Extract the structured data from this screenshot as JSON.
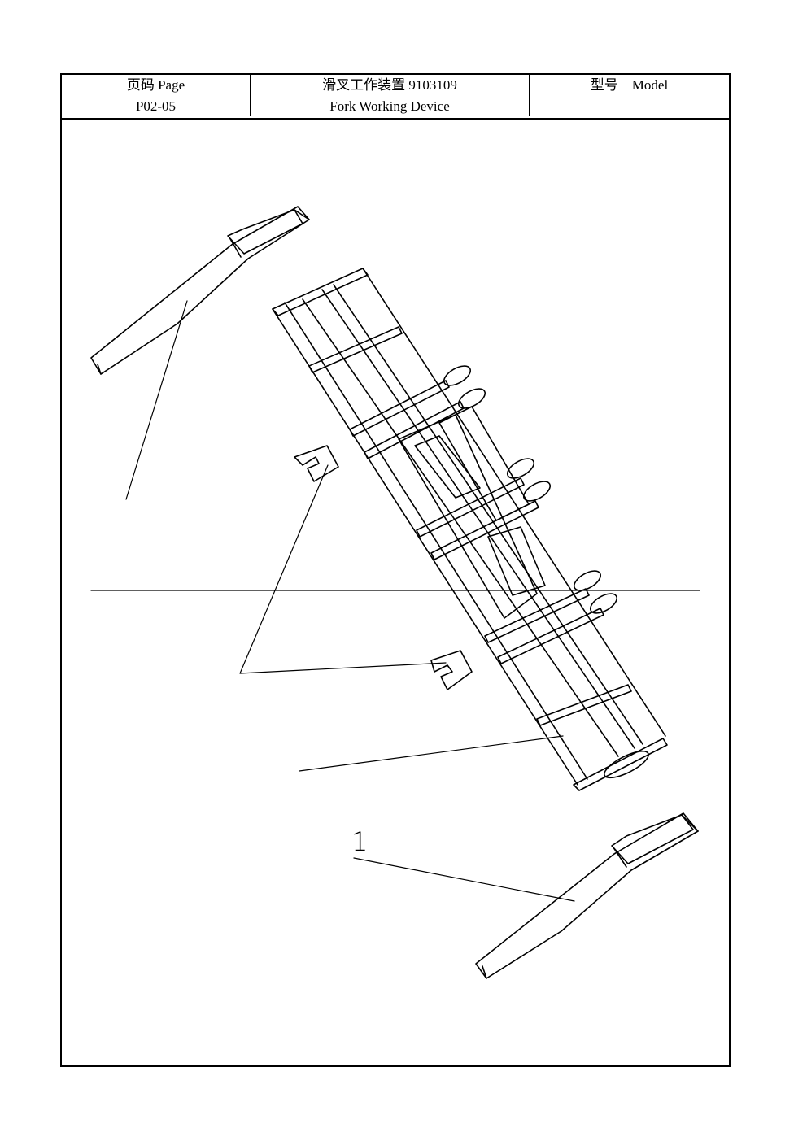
{
  "header": {
    "page_label": "页码 Page",
    "page_number": "P02-05",
    "title_cn": "滑叉工作装置 9103109",
    "title_en": "Fork Working Device",
    "model_label": "型号",
    "model_label_en": "Model"
  },
  "drawing": {
    "callout_1": "1"
  }
}
